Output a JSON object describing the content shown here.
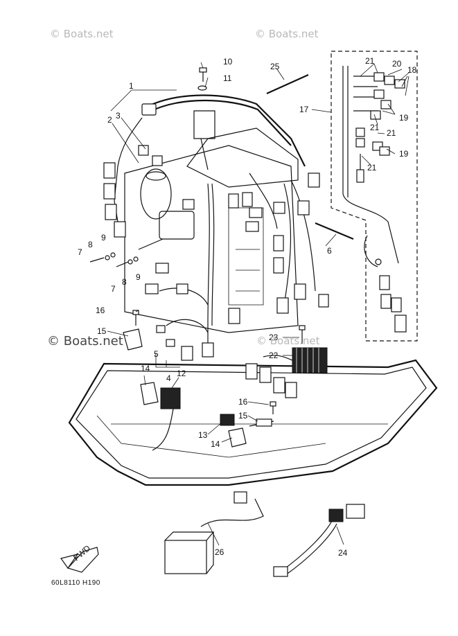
{
  "watermarks": [
    "© Boats.net",
    "© Boats.net",
    "© Boats.net",
    "© Boats.net"
  ],
  "drawing_code": "60L8110 H190",
  "fwd_label": "FWD",
  "callouts": [
    "1",
    "2",
    "3",
    "4",
    "5",
    "6",
    "7",
    "8",
    "9",
    "10",
    "11",
    "12",
    "13",
    "14",
    "15",
    "16",
    "17",
    "18",
    "19",
    "20",
    "21",
    "22",
    "23",
    "24",
    "25",
    "26"
  ]
}
